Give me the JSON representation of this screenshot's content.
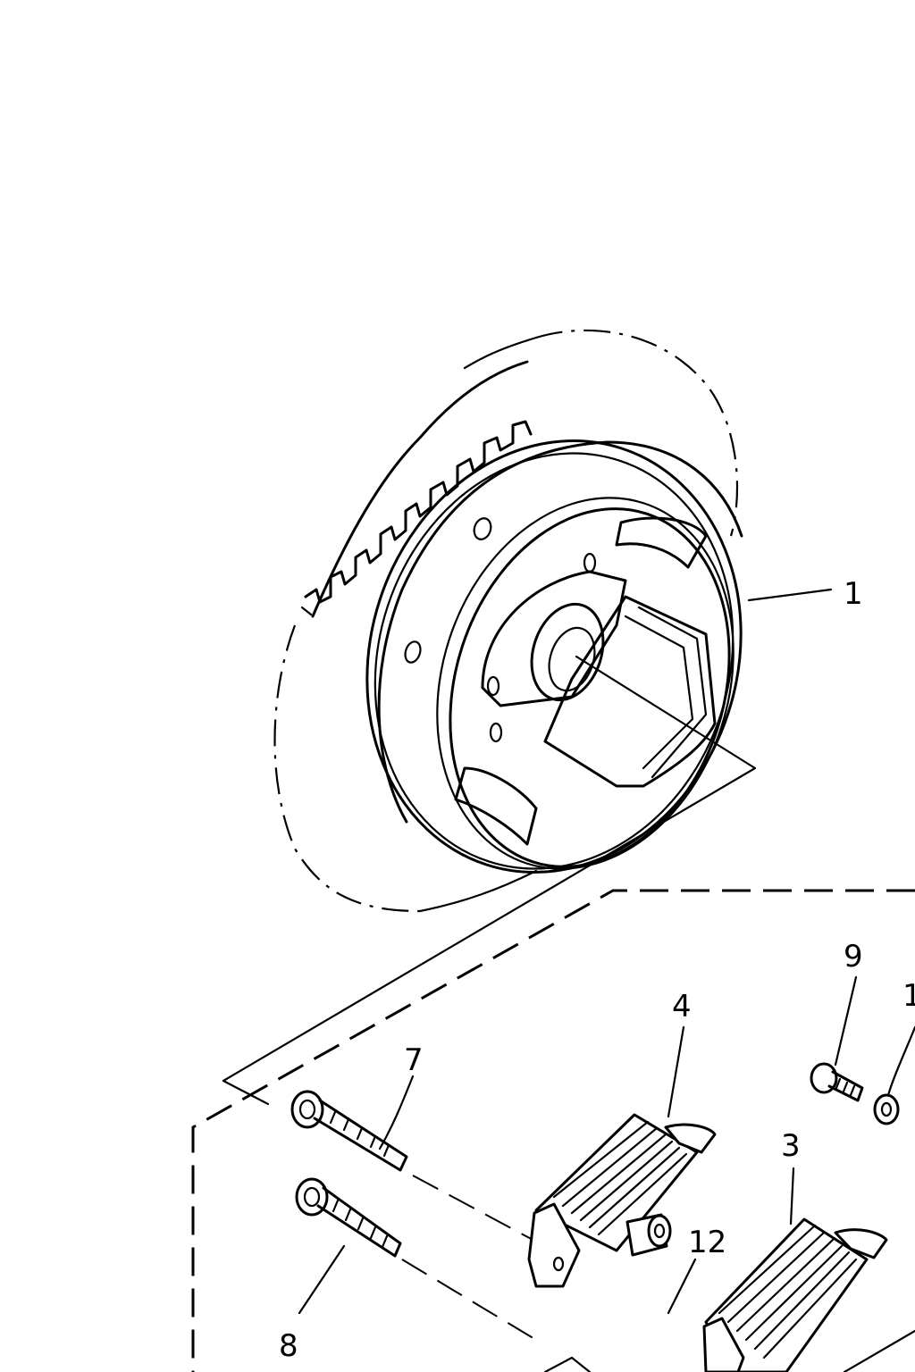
{
  "callouts": {
    "c1": "1",
    "c3": "3",
    "c4": "4",
    "c7": "7",
    "c8": "8",
    "c9": "9",
    "c10": "1",
    "c12": "12"
  }
}
